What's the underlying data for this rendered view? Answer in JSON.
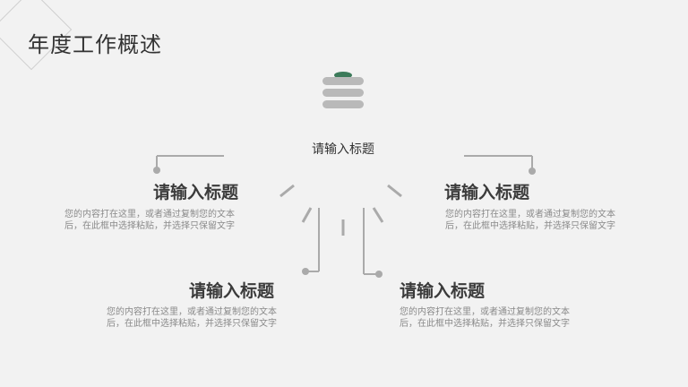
{
  "header": {
    "title": "年度工作概述"
  },
  "center": {
    "title": "请输入标题",
    "icon": "database-stack-icon"
  },
  "items": [
    {
      "title": "请输入标题",
      "body": "您的内容打在这里，或者通过复制您的文本后，在此框中选择粘贴，并选择只保留文字"
    },
    {
      "title": "请输入标题",
      "body": "您的内容打在这里，或者通过复制您的文本后，在此框中选择粘贴，并选择只保留文字"
    },
    {
      "title": "请输入标题",
      "body": "您的内容打在这里，或者通过复制您的文本后，在此框中选择粘贴，并选择只保留文字"
    },
    {
      "title": "请输入标题",
      "body": "您的内容打在这里，或者通过复制您的文本后，在此框中选择粘贴，并选择只保留文字"
    }
  ],
  "colors": {
    "background": "#f2f2f2",
    "line": "#aaaaaa",
    "icon": "#b9b9b9",
    "accent": "#3c7a5a"
  }
}
